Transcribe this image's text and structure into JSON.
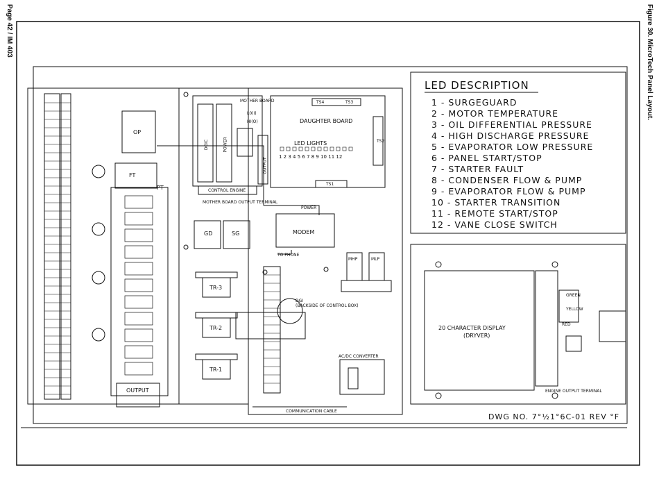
{
  "header": {
    "page_label": "Page 42 / IM 403",
    "figure_caption": "Figure 30. MicroTech Panel Layout."
  },
  "led_description": {
    "title": "LED DESCRIPTION",
    "items": [
      "1 - SURGEGUARD",
      "2 - MOTOR TEMPERATURE",
      "3 - OIL DIFFERENTIAL PRESSURE",
      "4 - HIGH DISCHARGE PRESSURE",
      "5 - EVAPORATOR LOW PRESSURE",
      "6 - PANEL START/STOP",
      "7 - STARTER FAULT",
      "8 - CONDENSER FLOW & PUMP",
      "9 - EVAPORATOR FLOW & PUMP",
      "10 - STARTER TRANSITION",
      "11 - REMOTE START/STOP",
      "12 - VANE CLOSE SWITCH"
    ]
  },
  "components": {
    "daughter_board": "DAUGHTER BOARD",
    "led_lights": "LED LIGHTS",
    "led_numbers": "1 2 3 4 5 6 7 8 9 10 11 12",
    "ts4": "TS4",
    "ts3": "TS3",
    "ts2": "TS2",
    "ts1": "TS1",
    "mother_board": "MOTHER BOARD",
    "lo": "L0(I)",
    "hi": "HI(O)",
    "control_engine": "CONTROL ENGINE",
    "mother_board_output": "MOTHER BOARD OUTPUT TERMINAL",
    "power": "POWER",
    "power_bar": "POWER",
    "dgic": "DGIC",
    "output_bar": "OUTPUT",
    "modem": "MODEM",
    "to_phone": "TO PHONE",
    "gd": "GD",
    "sg": "SG",
    "tr3": "TR-3",
    "tr2": "TR-2",
    "tr1": "TR-1",
    "op": "OP",
    "ft": "FT",
    "pt": "PT",
    "output": "OUTPUT",
    "mhp": "MHP",
    "mlp": "MLP",
    "dgi": "DGI",
    "dgi_note": "(BACKSIDE OF CONTROL BOX)",
    "acdc": "AC/DC CONVERTER",
    "comm_cable": "COMMUNICATION CABLE",
    "display": "20 CHARACTER DISPLAY",
    "display_sub": "(DRYVER)",
    "green": "GREEN",
    "yellow": "YELLOW",
    "red": "RED",
    "engine_output": "ENGINE OUTPUT TERMINAL",
    "dwg_no": "DWG NO. 7°½1°6C-01 REV °F"
  }
}
